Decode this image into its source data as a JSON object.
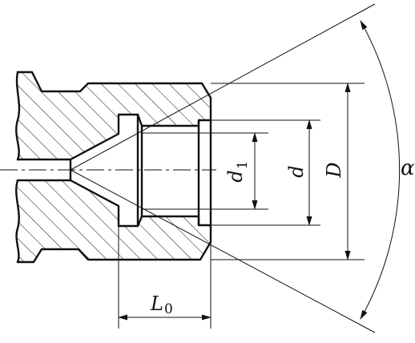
{
  "labels": {
    "diameter_small": "d",
    "diameter_small_sub": "1",
    "diameter_mid": "d",
    "diameter_large": "D",
    "angle": "α",
    "length": "L",
    "length_sub": "0"
  }
}
